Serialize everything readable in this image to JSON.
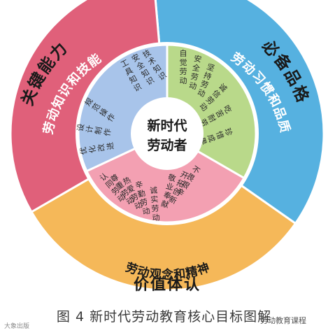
{
  "center": {
    "line1": "新时代",
    "line2": "劳动者"
  },
  "outer": [
    {
      "key": "left",
      "title": "关键能力",
      "color": "#e0607a"
    },
    {
      "key": "right",
      "title": "必备品格",
      "color": "#56b1e0"
    },
    {
      "key": "bottom",
      "title": "价值体认",
      "color": "#f5b859"
    }
  ],
  "middle": [
    {
      "key": "left",
      "title": "劳动知识和技能"
    },
    {
      "key": "right",
      "title": "劳动习惯和品质"
    },
    {
      "key": "bottom",
      "title": "劳动观念和精神"
    }
  ],
  "inner": {
    "blue": {
      "color": "#a8c4ea",
      "items": [
        "技术知识",
        "安全知识",
        "工具知识",
        "规范操作",
        "设计制作",
        "优化改进"
      ]
    },
    "green": {
      "color": "#b9d98a",
      "items": [
        "自觉劳动",
        "安全劳动",
        "坚持劳动",
        "诚信劳动",
        "吃苦耐劳",
        "珍惜成果"
      ]
    },
    "pink": {
      "color": "#f3a0b2",
      "items": [
        "认同劳动",
        "尊重劳动",
        "热爱劳动",
        "辛勤劳动",
        "诚实劳动",
        "敬业奉献",
        "开拓创新",
        "不畏艰辛"
      ]
    }
  },
  "caption": "图 4  新时代劳动教育核心目标图解",
  "watermark_left": "大象出版",
  "watermark_right": "劳动教育课程"
}
